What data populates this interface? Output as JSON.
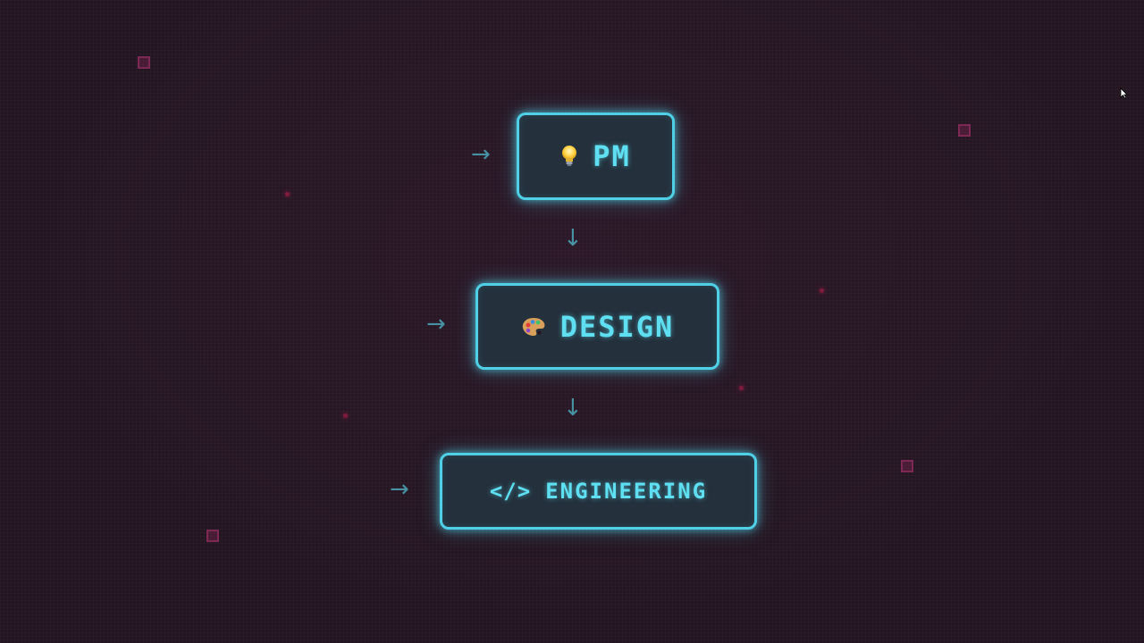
{
  "diagram": {
    "nodes": [
      {
        "id": "pm",
        "label": "PM",
        "icon": "lightbulb-icon"
      },
      {
        "id": "design",
        "label": "DESIGN",
        "icon": "palette-icon"
      },
      {
        "id": "engineering",
        "label": "ENGINEERING",
        "icon": "code-icon",
        "icon_text": "</>"
      }
    ],
    "edges": [
      {
        "from": "pm",
        "to": "design"
      },
      {
        "from": "design",
        "to": "engineering"
      }
    ],
    "incoming_arrows": [
      "pm",
      "design",
      "engineering"
    ]
  },
  "colors": {
    "background": "#231521",
    "node_border": "#4fd0e6",
    "node_fill": "#24303c",
    "label": "#5ee0f2",
    "arrow": "#4a9fb0",
    "decoration": "#aa326e"
  }
}
